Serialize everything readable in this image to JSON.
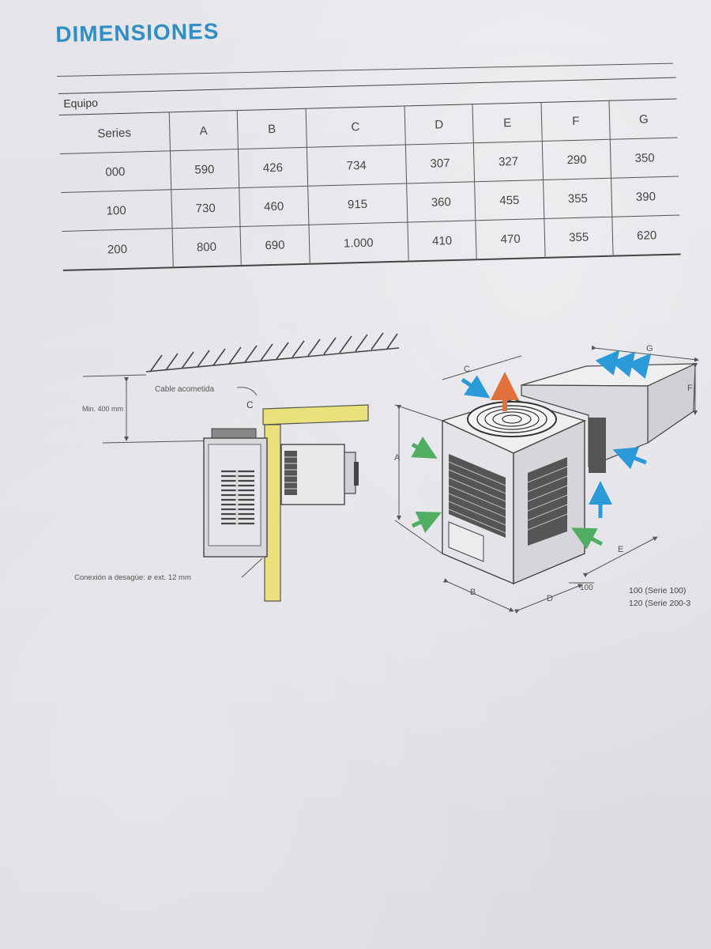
{
  "document": {
    "title": "DIMENSIONES"
  },
  "table": {
    "group_label": "Equipo",
    "row_header_label": "Series",
    "columns": [
      "A",
      "B",
      "C",
      "D",
      "E",
      "F",
      "G"
    ],
    "rows": [
      {
        "series": "000",
        "values": [
          "590",
          "426",
          "734",
          "307",
          "327",
          "290",
          "350"
        ]
      },
      {
        "series": "100",
        "values": [
          "730",
          "460",
          "915",
          "360",
          "455",
          "355",
          "390"
        ]
      },
      {
        "series": "200",
        "values": [
          "800",
          "690",
          "1.000",
          "410",
          "470",
          "355",
          "620"
        ]
      }
    ]
  },
  "diagram": {
    "cable_label": "Cable acometida",
    "min_label": "Min. 400 mm",
    "drain_label": "Conexión a desagüe: ø ext. 12 mm",
    "dim_letters": {
      "a": "A",
      "b": "B",
      "c": "C",
      "d": "D",
      "e": "E",
      "f": "F",
      "g": "G"
    },
    "offset_label": "100",
    "note_line_1": "100 (Serie 100)",
    "note_line_2": "120 (Serie 200-3",
    "colors": {
      "blue_arrow": "#2a9ad8",
      "green_arrow": "#4fae62",
      "orange_arrow": "#e0703c",
      "wall_yellow": "#e9e27a"
    }
  }
}
